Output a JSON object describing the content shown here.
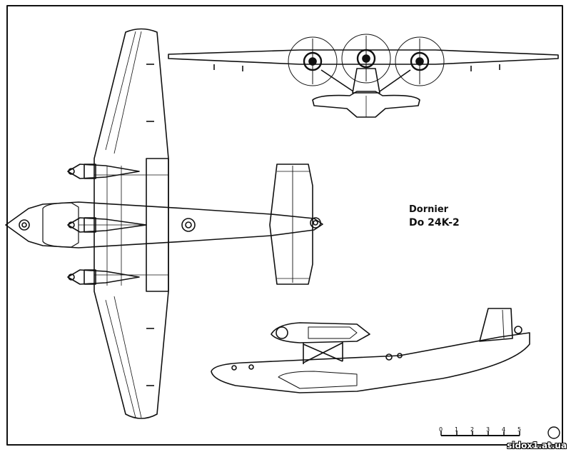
{
  "designation": {
    "maker": "Dornier",
    "model": "Do 24K-2"
  },
  "scale_bar": {
    "ticks": [
      "0",
      "1",
      "2",
      "3",
      "4",
      "5"
    ]
  },
  "watermark": "sidox1.at.ua"
}
